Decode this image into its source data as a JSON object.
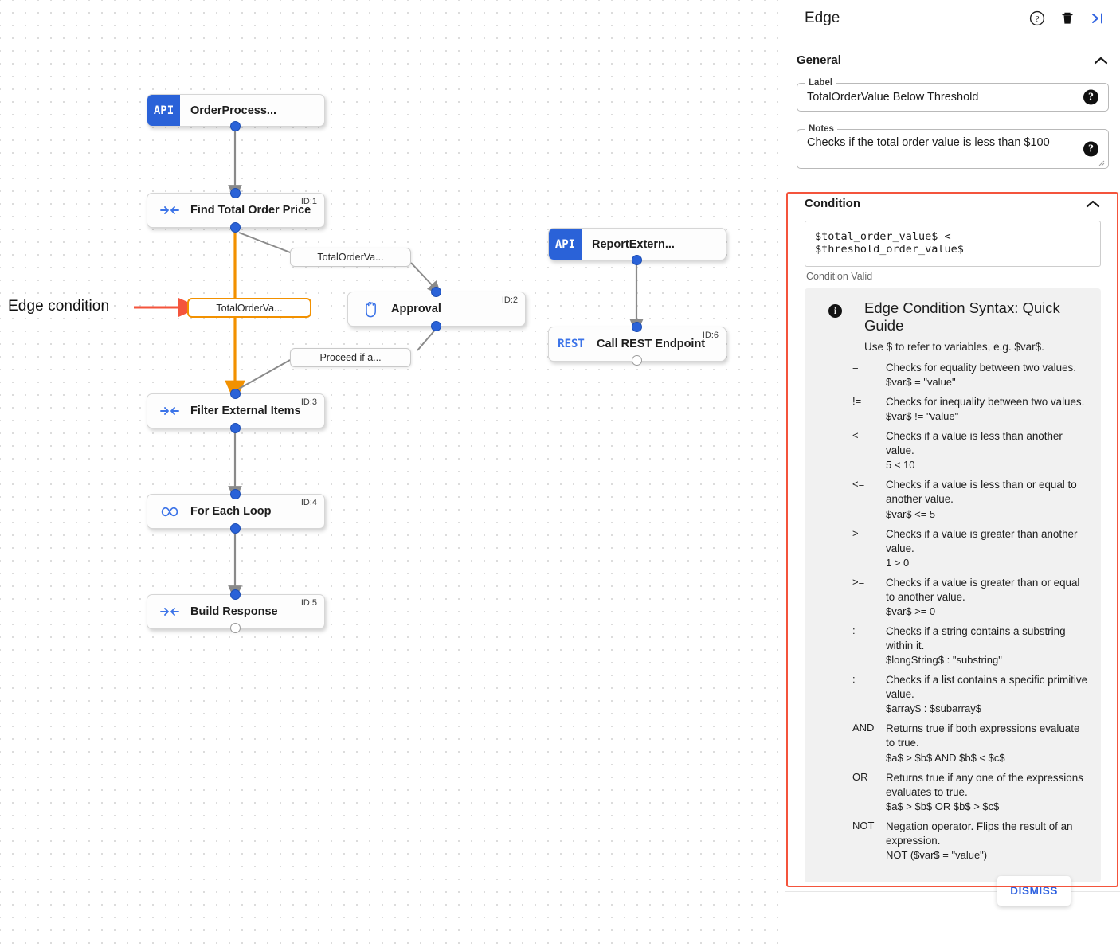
{
  "canvas": {
    "annotation": {
      "text": "Edge condition",
      "arrow_color": "#f4543c"
    },
    "nodes": [
      {
        "type": "api",
        "badge": "API",
        "label": "OrderProcess...",
        "id_label": ""
      },
      {
        "type": "plain",
        "icon": "arrows-inward-icon",
        "label": "Find Total Order Price",
        "id_label": "ID:1"
      },
      {
        "type": "plain",
        "icon": "hand-icon",
        "label": "Approval",
        "id_label": "ID:2"
      },
      {
        "type": "plain",
        "icon": "arrows-inward-icon",
        "label": "Filter External Items",
        "id_label": "ID:3"
      },
      {
        "type": "plain",
        "icon": "infinity-icon",
        "label": "For Each Loop",
        "id_label": "ID:4"
      },
      {
        "type": "plain",
        "icon": "arrows-inward-icon",
        "label": "Build Response",
        "id_label": "ID:5"
      },
      {
        "type": "api",
        "badge": "API",
        "label": "ReportExtern...",
        "id_label": ""
      },
      {
        "type": "plain",
        "icon": "rest-icon",
        "label": "Call REST Endpoint",
        "id_label": "ID:6"
      }
    ],
    "edge_labels": [
      {
        "text": "TotalOrderVa...",
        "selected": false
      },
      {
        "text": "TotalOrderVa...",
        "selected": true
      },
      {
        "text": "Proceed if a...",
        "selected": false
      }
    ],
    "selected_edge_color": "#f29100"
  },
  "panel": {
    "title": "Edge",
    "header_icons": [
      {
        "name": "help-icon",
        "glyph": "?"
      },
      {
        "name": "delete-icon",
        "glyph": "trash"
      },
      {
        "name": "collapse-panel-icon",
        "glyph": ">|"
      }
    ],
    "general": {
      "section_label": "General",
      "collapsed": false,
      "label_field": {
        "legend": "Label",
        "value": "TotalOrderValue Below Threshold",
        "help": "?"
      },
      "notes_field": {
        "legend": "Notes",
        "value": "Checks if the total order value is less than $100",
        "help": "?"
      }
    },
    "condition": {
      "section_label": "Condition",
      "collapsed": false,
      "expression": "$total_order_value$ < $threshold_order_value$",
      "validation_text": "Condition Valid",
      "highlight_color": "#f4543c",
      "guide": {
        "title": "Edge Condition Syntax: Quick Guide",
        "subtitle": "Use $ to refer to variables, e.g. $var$.",
        "rows": [
          {
            "op": "=",
            "desc": "Checks for equality between two values.",
            "example": "$var$ = \"value\""
          },
          {
            "op": "!=",
            "desc": "Checks for inequality between two values.",
            "example": "$var$ != \"value\""
          },
          {
            "op": "<",
            "desc": "Checks if a value is less than another value.",
            "example": "5 < 10"
          },
          {
            "op": "<=",
            "desc": "Checks if a value is less than or equal to another value.",
            "example": "$var$ <= 5"
          },
          {
            "op": ">",
            "desc": "Checks if a value is greater than another value.",
            "example": "1 > 0"
          },
          {
            "op": ">=",
            "desc": "Checks if a value is greater than or equal to another value.",
            "example": "$var$ >= 0"
          },
          {
            "op": ":",
            "desc": "Checks if a string contains a substring within it.",
            "example": "$longString$ : \"substring\""
          },
          {
            "op": ":",
            "desc": "Checks if a list contains a specific primitive value.",
            "example": "$array$ : $subarray$"
          },
          {
            "op": "AND",
            "desc": "Returns true if both expressions evaluate to true.",
            "example": "$a$ > $b$ AND $b$ < $c$"
          },
          {
            "op": "OR",
            "desc": "Returns true if any one of the expressions evaluates to true.",
            "example": "$a$ > $b$ OR $b$ > $c$"
          },
          {
            "op": "NOT",
            "desc": "Negation operator. Flips the result of an expression.",
            "example": "NOT ($var$ = \"value\")"
          }
        ]
      }
    },
    "footer": {
      "dismiss_label": "DISMISS"
    }
  }
}
